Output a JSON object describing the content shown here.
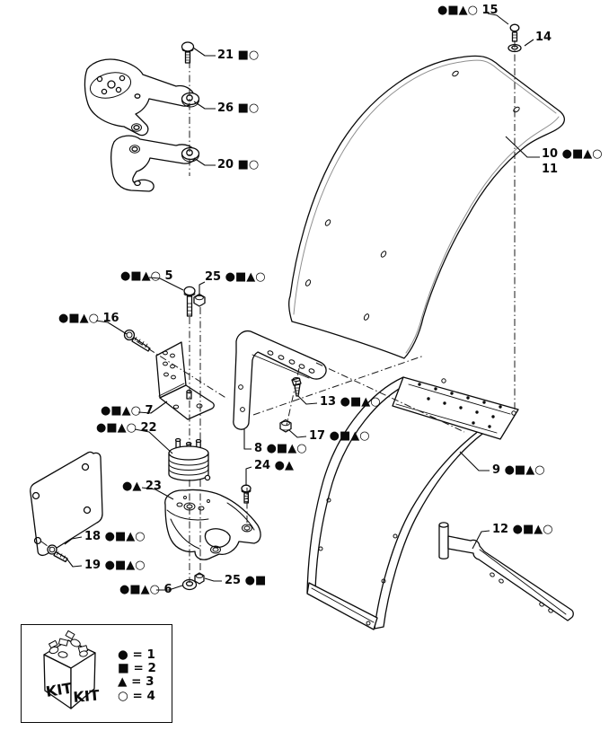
{
  "callouts": {
    "c21": "21 ■○",
    "c26": "26 ■○",
    "c20": "20 ■○",
    "c15": "●■▲○ 15",
    "c14": "14",
    "c10": "10 ●■▲○",
    "c11": "11",
    "c5": "●■▲○ 5",
    "c25a": "25 ●■▲○",
    "c16": "●■▲○ 16",
    "c7": "●■▲○ 7",
    "c22": "●■▲○ 22",
    "c13": "13 ●■▲○",
    "c17": "17 ●■▲○",
    "c8": "8 ●■▲○",
    "c24": "24 ●▲",
    "c23": "●▲ 23",
    "c18": "18 ●■▲○",
    "c19": "19 ●■▲○",
    "c6": "●■▲○ 6",
    "c25b": "25 ●■",
    "c9": "9 ●■▲○",
    "c12": "12 ●■▲○"
  },
  "legend": {
    "kit_label": "KIT",
    "entries": [
      {
        "text": "● = 1"
      },
      {
        "text": "■ = 2"
      },
      {
        "text": "▲ = 3"
      },
      {
        "text": "○ = 4"
      }
    ]
  }
}
